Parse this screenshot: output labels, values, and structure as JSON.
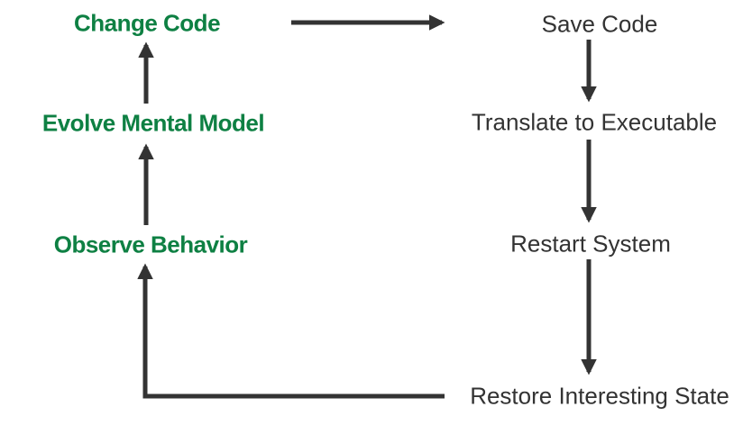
{
  "diagram": {
    "nodes": {
      "change_code": {
        "label": "Change Code"
      },
      "evolve_mental_model": {
        "label": "Evolve Mental Model"
      },
      "observe_behavior": {
        "label": "Observe Behavior"
      },
      "save_code": {
        "label": "Save Code"
      },
      "translate_to_executable": {
        "label": "Translate to Executable"
      },
      "restart_system": {
        "label": "Restart System"
      },
      "restore_interesting_state": {
        "label": "Restore Interesting State"
      }
    },
    "edges": [
      {
        "from": "Change Code",
        "to": "Save Code"
      },
      {
        "from": "Save Code",
        "to": "Translate to Executable"
      },
      {
        "from": "Translate to Executable",
        "to": "Restart System"
      },
      {
        "from": "Restart System",
        "to": "Restore Interesting State"
      },
      {
        "from": "Restore Interesting State",
        "to": "Observe Behavior"
      },
      {
        "from": "Observe Behavior",
        "to": "Evolve Mental Model"
      },
      {
        "from": "Evolve Mental Model",
        "to": "Change Code"
      }
    ],
    "colors": {
      "mental_loop_text": "#0E8043",
      "system_loop_text": "#333333",
      "arrow": "#333333",
      "background": "#FFFFFF"
    }
  }
}
